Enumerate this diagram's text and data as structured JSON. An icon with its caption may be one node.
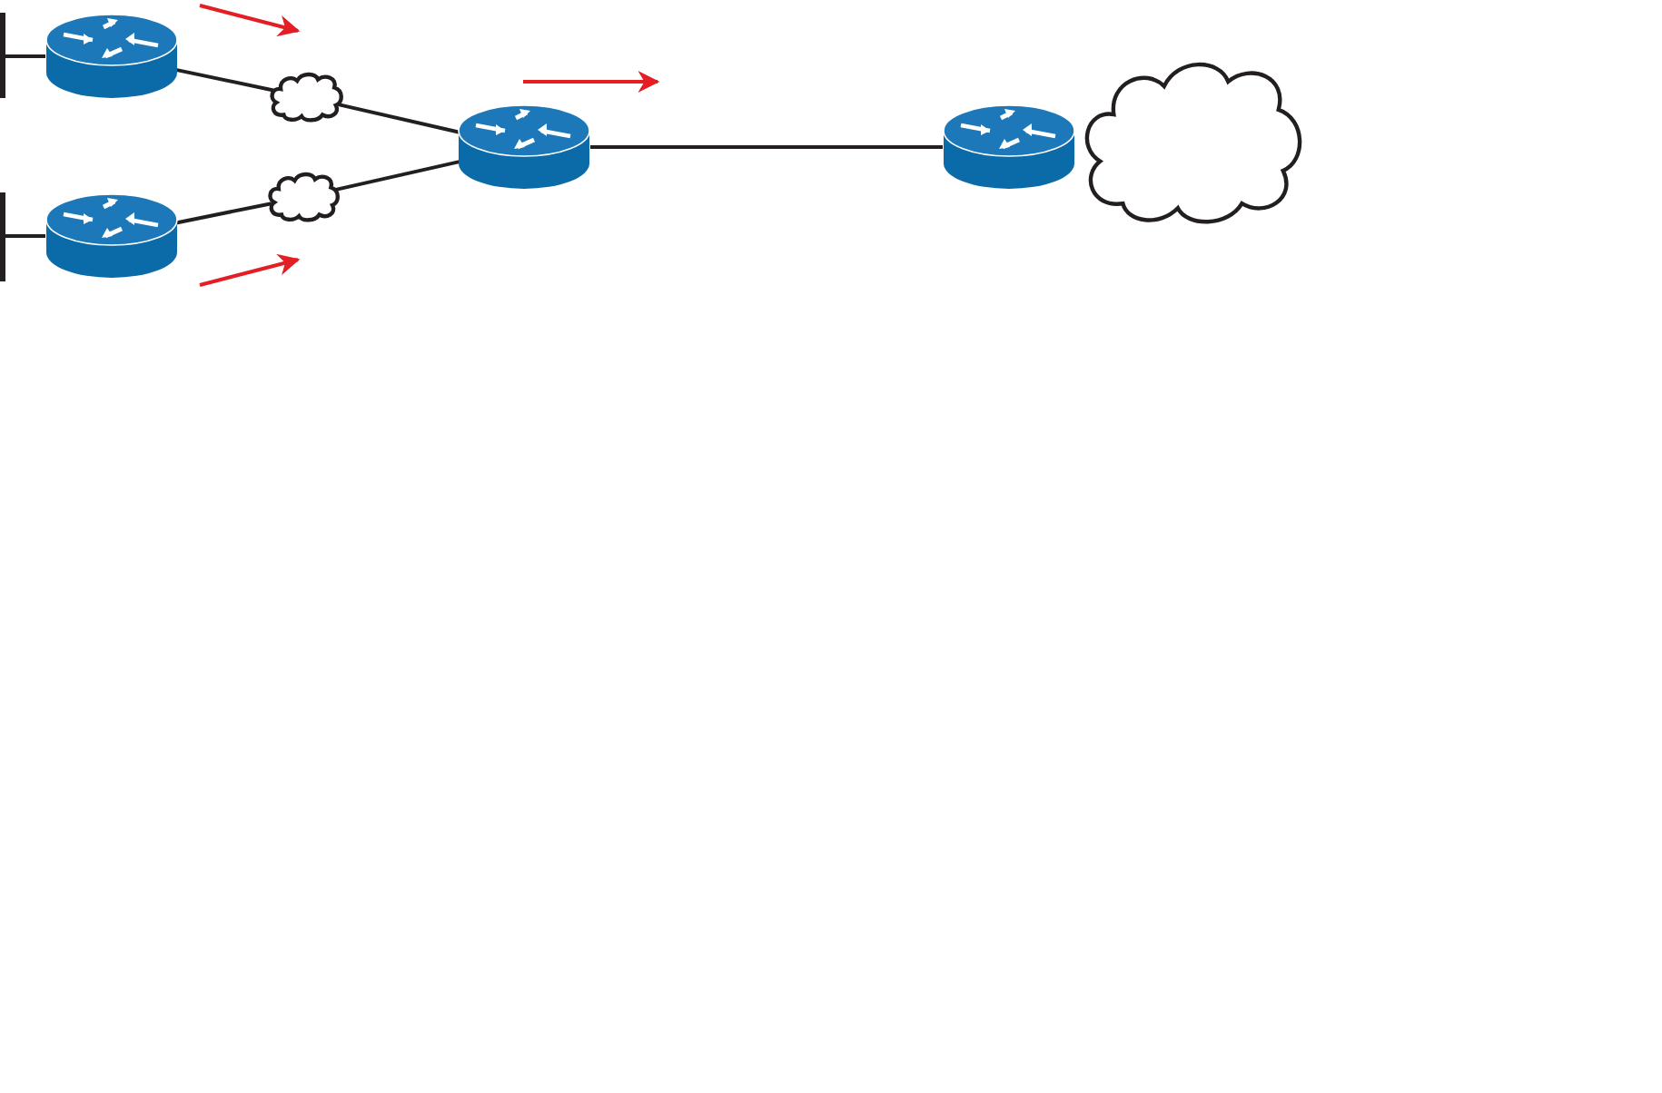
{
  "diagram": {
    "nodes": [
      {
        "text": [],
        "shape": "bar"
      },
      {
        "text": [],
        "shape": "cylinder"
      },
      {
        "text": [],
        "shape": "bar"
      },
      {
        "text": [],
        "shape": "cylinder"
      },
      {
        "text": [],
        "shape": "cloud"
      },
      {
        "text": [],
        "shape": "cloud"
      },
      {
        "text": [],
        "shape": "cylinder"
      },
      {
        "text": [],
        "shape": "cylinder"
      },
      {
        "text": [],
        "shape": "cloud"
      }
    ],
    "edges": [
      {
        "from": 0,
        "to": 1,
        "arrow": "none"
      },
      {
        "from": 2,
        "to": 3,
        "arrow": "none"
      },
      {
        "from": 1,
        "to": 4,
        "arrow": "none"
      },
      {
        "from": 4,
        "to": 6,
        "arrow": "none"
      },
      {
        "from": 3,
        "to": 5,
        "arrow": "none"
      },
      {
        "from": 5,
        "to": 6,
        "arrow": "none"
      },
      {
        "from": 6,
        "to": 7,
        "arrow": "none"
      }
    ]
  }
}
